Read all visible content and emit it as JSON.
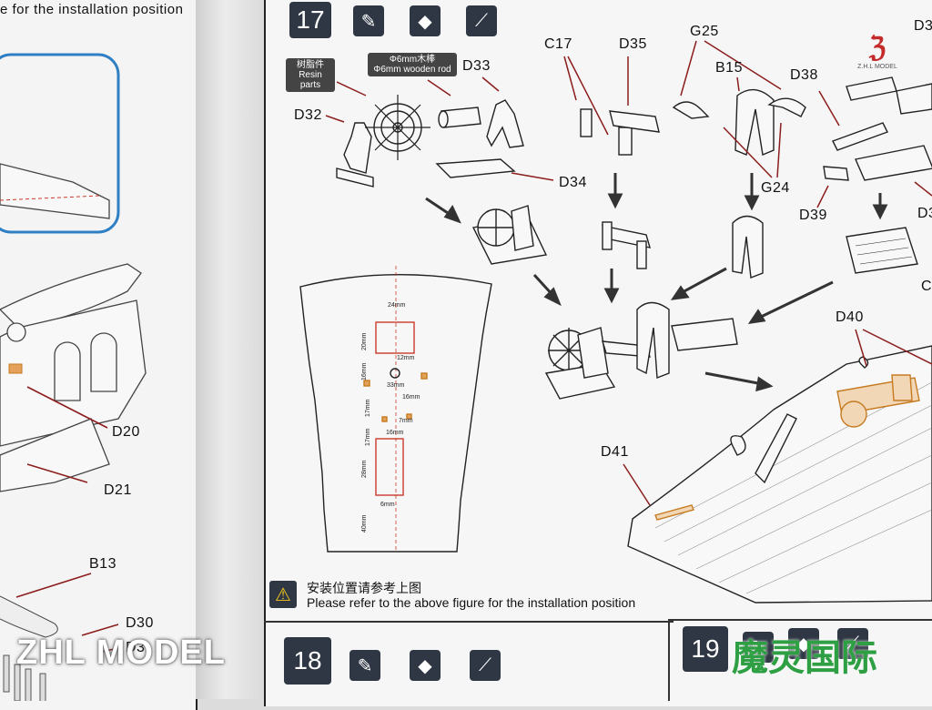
{
  "left_page": {
    "top_caption": "e for the installation position",
    "labels": [
      "D20",
      "D21",
      "B13",
      "D30",
      "D3"
    ]
  },
  "step17": {
    "number": "17",
    "resin_label_cn": "树脂件",
    "resin_label_en": "Resin parts",
    "rod_label_cn": "Φ6mm木棒",
    "rod_label_en": "Φ6mm wooden rod",
    "part_labels": {
      "D32": "D32",
      "D33": "D33",
      "D34": "D34",
      "C17": "C17",
      "D35": "D35",
      "G25": "G25",
      "B15": "B15",
      "D38": "D38",
      "G24": "G24",
      "D39": "D39",
      "D40": "D40",
      "D41": "D41",
      "D3_top": "D3",
      "D3_right": "D3",
      "C_right": "C"
    },
    "dimensions": {
      "w24": "24mm",
      "h20": "20mm",
      "w12": "12mm",
      "h16": "16mm",
      "w33": "33mm",
      "w16a": "16mm",
      "h17a": "17mm",
      "w7": "7mm",
      "h17b": "17mm",
      "w16b": "16mm",
      "h28": "28mm",
      "w6": "6mm",
      "h40": "40mm"
    },
    "note_cn": "安装位置请参考上图",
    "note_en": "Please refer to the above figure for the installation position",
    "brand_logo": "Z.H.L MODEL"
  },
  "step18": {
    "number": "18"
  },
  "step19": {
    "number": "19"
  },
  "watermarks": {
    "left": "ZHL MODEL",
    "right": "魔灵国际"
  },
  "icons": [
    "knife-icon",
    "glue-icon",
    "file-icon",
    "warning-icon"
  ]
}
